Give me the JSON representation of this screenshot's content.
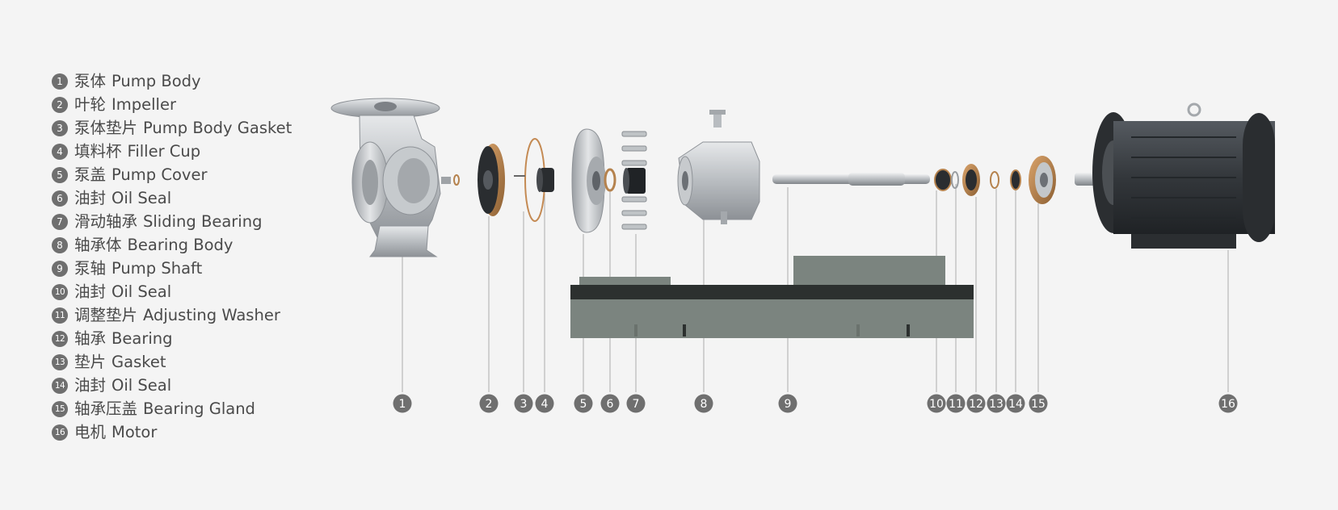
{
  "parts": [
    {
      "number": "1",
      "zh": "泵体",
      "en": "Pump Body"
    },
    {
      "number": "2",
      "zh": "叶轮",
      "en": "Impeller"
    },
    {
      "number": "3",
      "zh": "泵体垫片",
      "en": "Pump Body Gasket"
    },
    {
      "number": "4",
      "zh": "填料杯",
      "en": "Filler Cup"
    },
    {
      "number": "5",
      "zh": "泵盖",
      "en": "Pump Cover"
    },
    {
      "number": "6",
      "zh": "油封",
      "en": "Oil Seal"
    },
    {
      "number": "7",
      "zh": "滑动轴承",
      "en": "Sliding Bearing"
    },
    {
      "number": "8",
      "zh": "轴承体",
      "en": "Bearing Body"
    },
    {
      "number": "9",
      "zh": "泵轴",
      "en": "Pump Shaft"
    },
    {
      "number": "10",
      "zh": "油封",
      "en": "Oil Seal"
    },
    {
      "number": "11",
      "zh": "调整垫片",
      "en": "Adjusting Washer"
    },
    {
      "number": "12",
      "zh": "轴承",
      "en": "Bearing"
    },
    {
      "number": "13",
      "zh": "垫片",
      "en": "Gasket"
    },
    {
      "number": "14",
      "zh": "油封",
      "en": "Oil Seal"
    },
    {
      "number": "15",
      "zh": "轴承压盖",
      "en": "Bearing Gland"
    },
    {
      "number": "16",
      "zh": "电机",
      "en": "Motor"
    }
  ],
  "colors": {
    "background": "#f4f4f4",
    "badge": "#6f6f6f",
    "legend_text": "#4a4a4a",
    "leader_line": "#b9b9b9",
    "metal": "#c2c6c9",
    "motor": "#3a3d41",
    "base_frame": "#7b847f",
    "base_rail": "#2c302f",
    "copper": "#b5824d"
  }
}
